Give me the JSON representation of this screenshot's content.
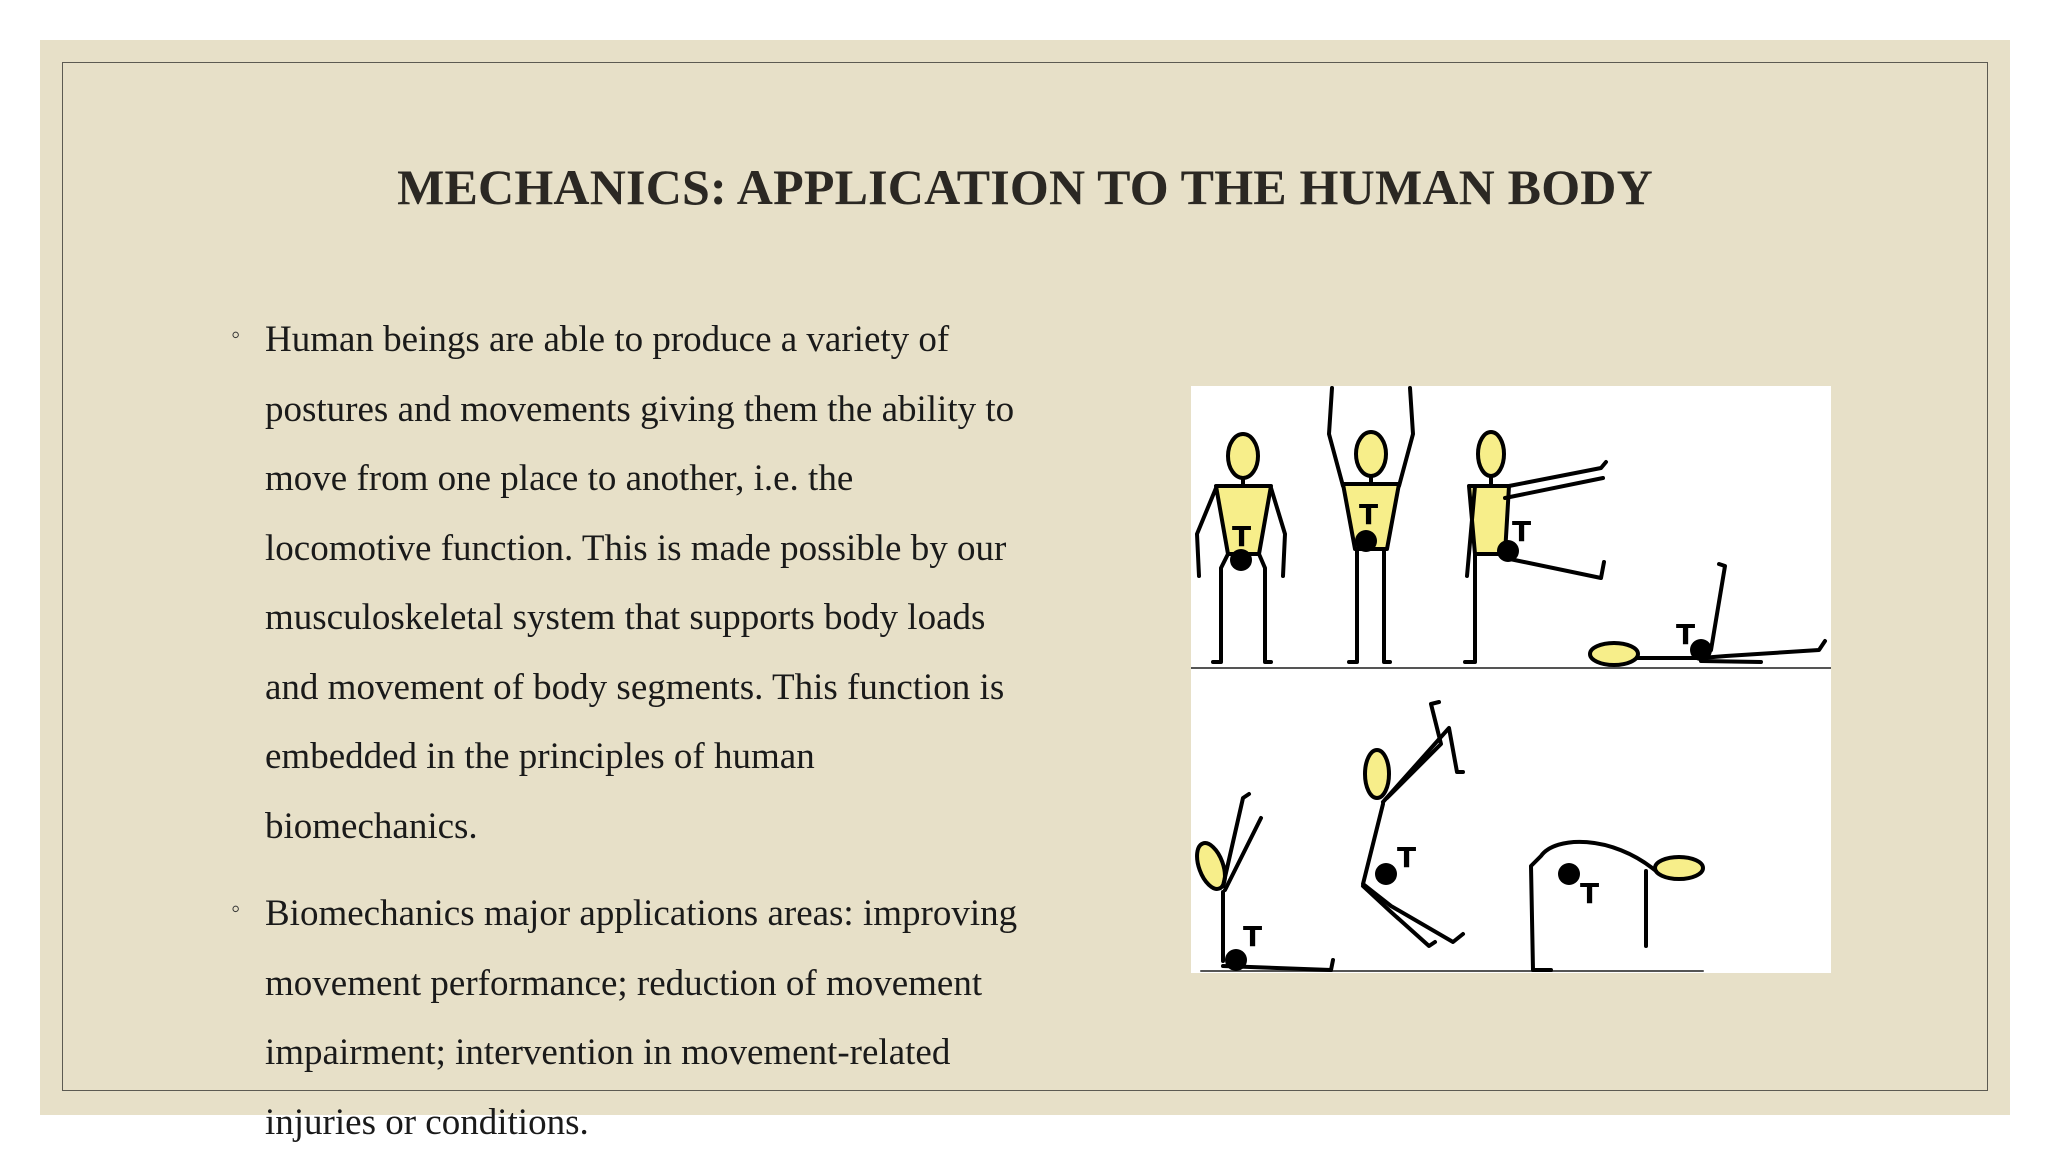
{
  "slide": {
    "title": "MECHANICS: APPLICATION TO THE HUMAN BODY",
    "bullets": [
      "Human beings are able to produce a variety of postures and movements giving them the ability to move from one place to another, i.e. the locomotive function. This is made possible by our musculoskeletal system that supports body loads and movement of body segments. This function is embedded in the principles of human biomechanics.",
      "Biomechanics major applications areas: improving movement performance; reduction of movement impairment; intervention in movement-related injuries or conditions."
    ],
    "bullet_marker": "◦"
  },
  "figure": {
    "trunk_label": "T",
    "colors": {
      "figure_fill": "#f7ee8a",
      "line": "#000000",
      "slide_bg": "#e7e0c8",
      "frame": "#5c5a52"
    }
  }
}
